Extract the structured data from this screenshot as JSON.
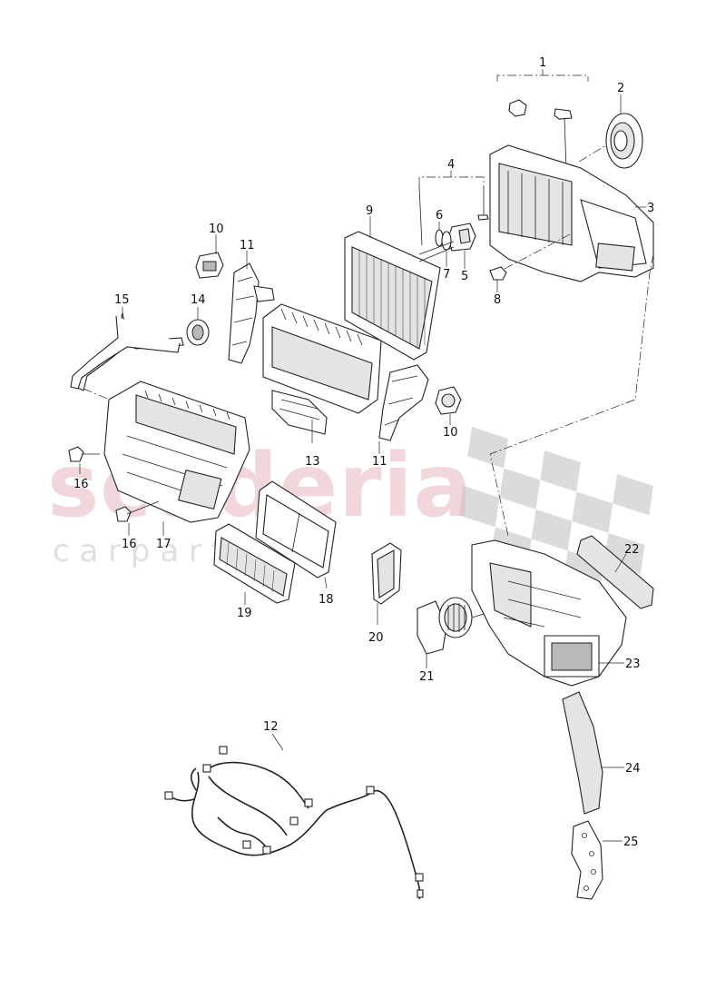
{
  "watermark": {
    "main": "scuderia",
    "sub": "c a r   p a r t s"
  },
  "callouts": {
    "c1": "1",
    "c2": "2",
    "c3": "3",
    "c4": "4",
    "c5": "5",
    "c6": "6",
    "c7": "7",
    "c8": "8",
    "c9": "9",
    "c10a": "10",
    "c10b": "10",
    "c11a": "11",
    "c11b": "11",
    "c12": "12",
    "c13": "13",
    "c14": "14",
    "c15": "15",
    "c16a": "16",
    "c16b": "16",
    "c17": "17",
    "c18": "18",
    "c19": "19",
    "c20": "20",
    "c21": "21",
    "c22": "22",
    "c23": "23",
    "c24": "24",
    "c25": "25"
  }
}
